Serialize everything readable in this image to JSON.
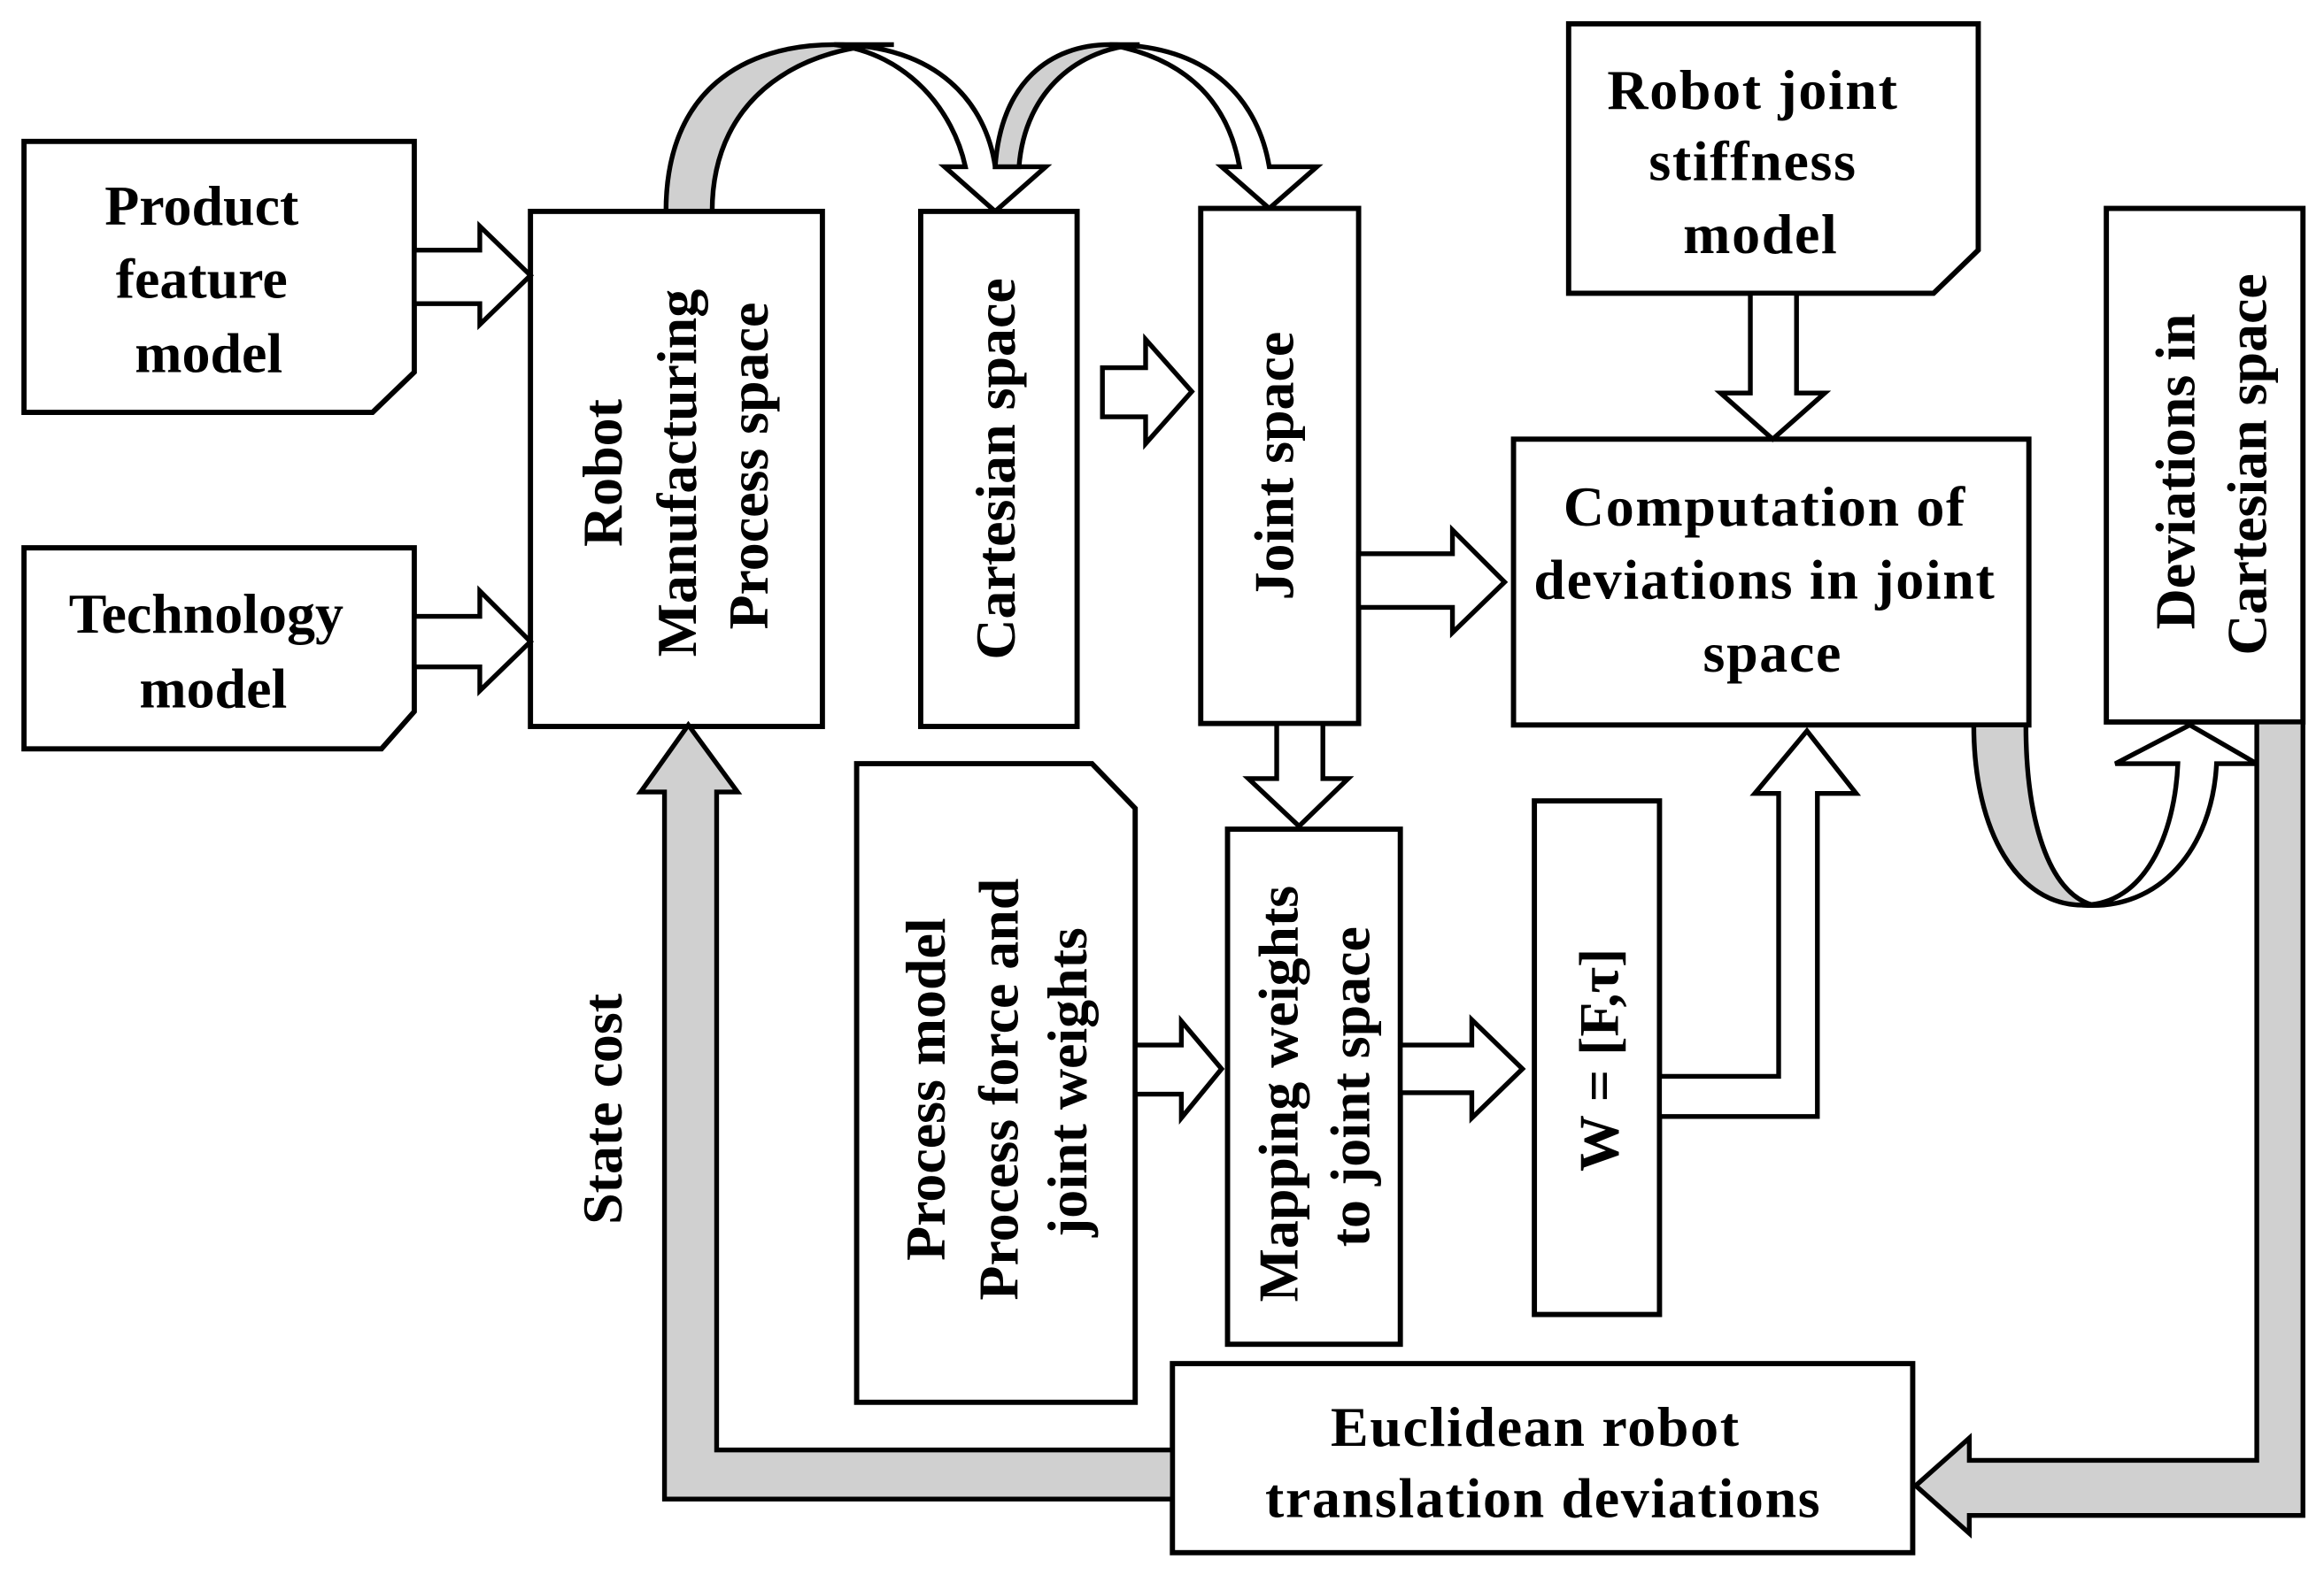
{
  "diagram": {
    "nodes": {
      "product_feature_model": {
        "lines": [
          "Product",
          "feature",
          "model"
        ]
      },
      "technology_model": {
        "lines": [
          "Technology",
          "model"
        ]
      },
      "robot_manufacturing_process_space": {
        "lines": [
          "Robot",
          "Manufacturing",
          "Process space"
        ]
      },
      "cartesian_space": {
        "lines": [
          "Cartesian space"
        ]
      },
      "joint_space": {
        "lines": [
          "Joint space"
        ]
      },
      "robot_joint_stiffness_model": {
        "lines": [
          "Robot joint",
          "stiffness",
          "model"
        ]
      },
      "computation_of_deviations": {
        "lines": [
          "Computation of",
          "deviations in joint",
          "space"
        ]
      },
      "deviations_in_cartesian_space": {
        "lines": [
          "Deviations in",
          "Cartesian space"
        ]
      },
      "process_model": {
        "lines": [
          "Process model",
          "Process force and",
          "joint weights"
        ]
      },
      "mapping_weights": {
        "lines": [
          "Mapping weights",
          "to joint space"
        ]
      },
      "weights_vector": {
        "lines": [
          "W = [F,τ]"
        ]
      },
      "euclidean_deviations": {
        "lines": [
          "Euclidean robot",
          "translation deviations"
        ]
      }
    },
    "labels": {
      "state_cost": "State cost"
    },
    "edges": [
      {
        "from": "product_feature_model",
        "to": "robot_manufacturing_process_space"
      },
      {
        "from": "technology_model",
        "to": "robot_manufacturing_process_space"
      },
      {
        "from": "robot_manufacturing_process_space",
        "to": "cartesian_space"
      },
      {
        "from": "cartesian_space",
        "to": "joint_space"
      },
      {
        "from": "cartesian_space",
        "to": "joint_space"
      },
      {
        "from": "joint_space",
        "to": "computation_of_deviations"
      },
      {
        "from": "robot_joint_stiffness_model",
        "to": "computation_of_deviations"
      },
      {
        "from": "joint_space",
        "to": "mapping_weights"
      },
      {
        "from": "process_model",
        "to": "mapping_weights"
      },
      {
        "from": "mapping_weights",
        "to": "weights_vector"
      },
      {
        "from": "weights_vector",
        "to": "computation_of_deviations"
      },
      {
        "from": "computation_of_deviations",
        "to": "deviations_in_cartesian_space"
      },
      {
        "from": "deviations_in_cartesian_space",
        "to": "euclidean_deviations"
      },
      {
        "from": "euclidean_deviations",
        "to": "robot_manufacturing_process_space",
        "label": "State cost"
      }
    ],
    "colors": {
      "stroke": "#000000",
      "fill": "#ffffff",
      "feedback_fill": "#d0d0d0"
    }
  }
}
